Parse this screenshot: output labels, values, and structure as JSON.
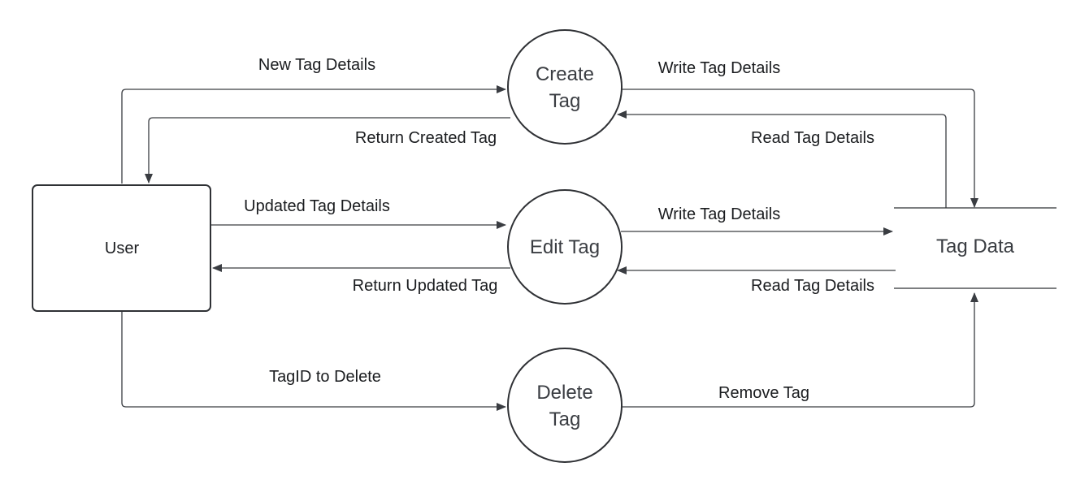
{
  "diagram": {
    "entity": {
      "label": "User"
    },
    "store": {
      "label": "Tag Data"
    },
    "processes": {
      "create": {
        "line1": "Create",
        "line2": "Tag"
      },
      "edit": {
        "label": "Edit Tag"
      },
      "delete": {
        "line1": "Delete",
        "line2": "Tag"
      }
    },
    "flows": {
      "new_tag_details": "New Tag Details",
      "return_created_tag": "Return Created Tag",
      "write_tag_details_create": "Write Tag Details",
      "read_tag_details_create": "Read Tag Details",
      "updated_tag_details": "Updated Tag Details",
      "return_updated_tag": "Return Updated Tag",
      "write_tag_details_edit": "Write Tag Details",
      "read_tag_details_edit": "Read Tag Details",
      "tagid_to_delete": "TagID to Delete",
      "remove_tag": "Remove Tag"
    }
  }
}
